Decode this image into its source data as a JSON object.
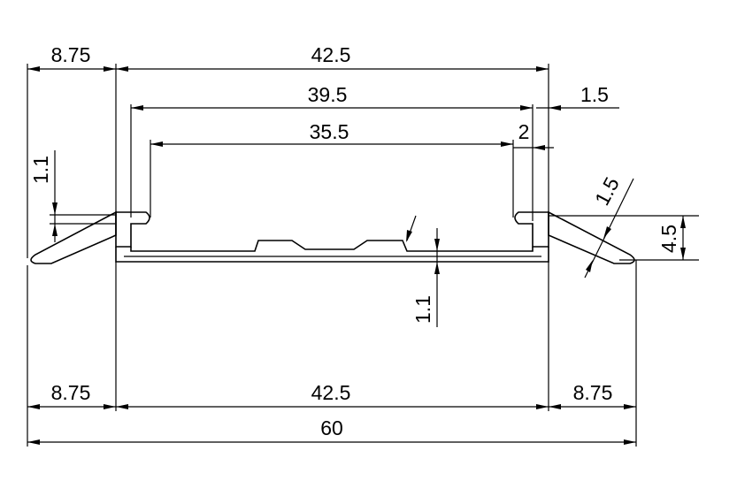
{
  "dimensions": {
    "top_left_flange": "8.75",
    "top_outer_width": "42.5",
    "inner_width": "39.5",
    "inner_channel": "35.5",
    "top_right_wall": "1.5",
    "lip_thickness": "2",
    "left_lip": "1.1",
    "right_chamfer": "1.5",
    "height": "4.5",
    "base_thickness": "1.1",
    "bottom_left_flange": "8.75",
    "bottom_center": "42.5",
    "bottom_right_flange": "8.75",
    "overall_width": "60"
  },
  "colors": {
    "ink": "#000000",
    "background": "#ffffff"
  }
}
